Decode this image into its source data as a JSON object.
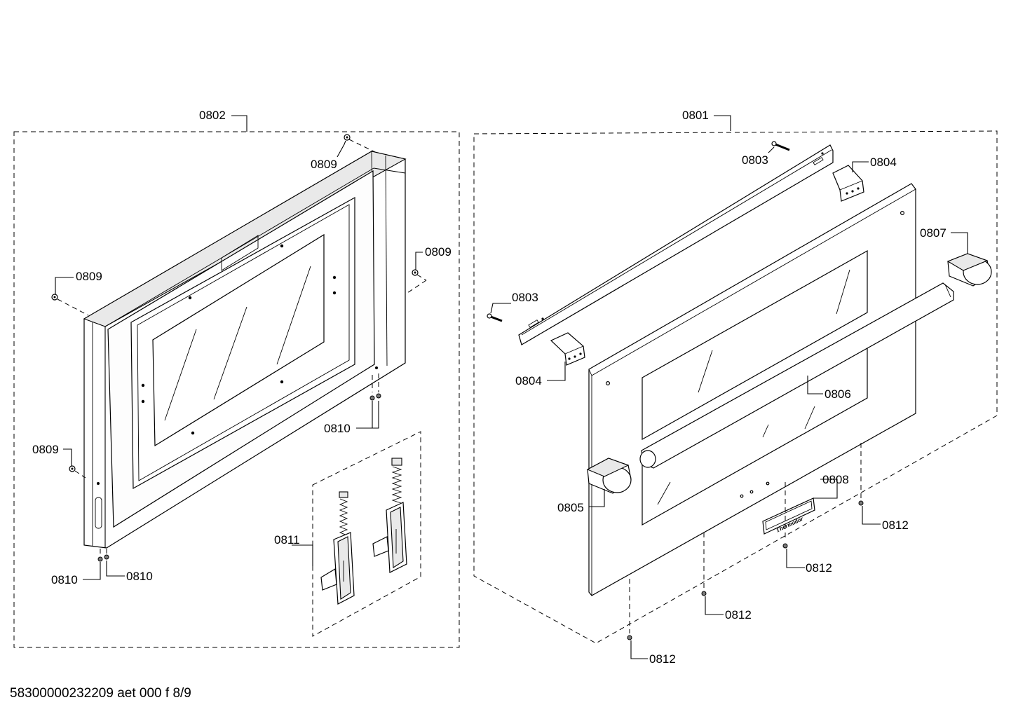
{
  "footer": "58300000232209 aet 000 f 8/9",
  "logo_text": "Thermador",
  "labels": {
    "p0801": "0801",
    "p0802": "0802",
    "p0803a": "0803",
    "p0803b": "0803",
    "p0804a": "0804",
    "p0804b": "0804",
    "p0805": "0805",
    "p0806": "0806",
    "p0807": "0807",
    "p0808": "0808",
    "p0809a": "0809",
    "p0809b": "0809",
    "p0809c": "0809",
    "p0809d": "0809",
    "p0810a": "0810",
    "p0810b": "0810",
    "p0810c": "0810",
    "p0811": "0811",
    "p0812a": "0812",
    "p0812b": "0812",
    "p0812c": "0812",
    "p0812d": "0812"
  }
}
